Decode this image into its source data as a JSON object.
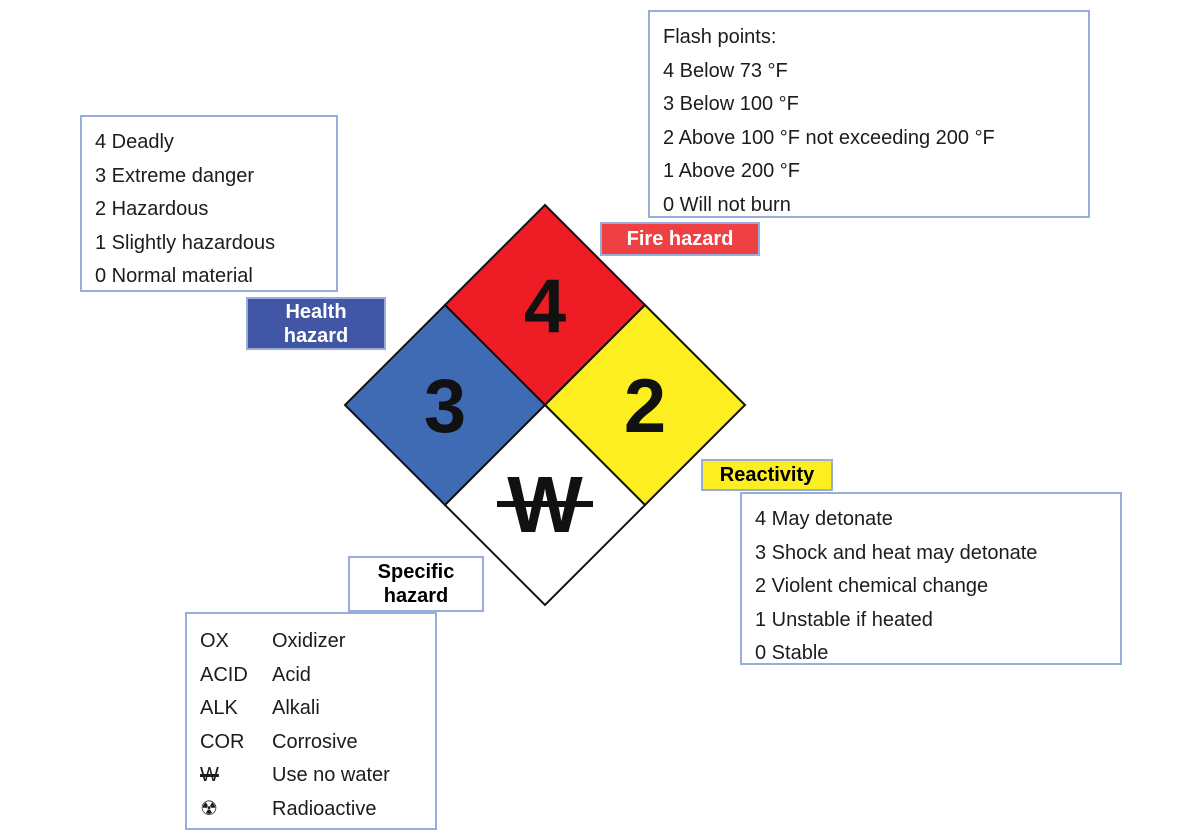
{
  "colors": {
    "panel_border": "#97aedb",
    "fire_red": "#ee1c25",
    "health_blue": "#3f6ab4",
    "reactivity_yellow": "#fcee21",
    "specific_white": "#ffffff",
    "fire_label_bg": "#ef4044",
    "health_label_bg": "#4156a4",
    "reactivity_label_bg": "#fcee21"
  },
  "diamond": {
    "fire": {
      "value": "4"
    },
    "health": {
      "value": "3"
    },
    "reactivity": {
      "value": "2"
    },
    "specific": {
      "value": "W"
    }
  },
  "labels": {
    "fire": {
      "text": "Fire hazard"
    },
    "health": {
      "line1": "Health",
      "line2": "hazard"
    },
    "reactivity": {
      "text": "Reactivity"
    },
    "specific": {
      "line1": "Specific",
      "line2": "hazard"
    }
  },
  "legends": {
    "flash_points": {
      "title": "Flash points:",
      "items": [
        "4 Below 73 °F",
        "3 Below 100 °F",
        "2 Above 100 °F not exceeding 200 °F",
        "1 Above 200 °F",
        "0 Will not burn"
      ]
    },
    "health": {
      "items": [
        "4 Deadly",
        "3 Extreme danger",
        "2 Hazardous",
        "1 Slightly hazardous",
        "0 Normal material"
      ]
    },
    "reactivity": {
      "items": [
        "4 May detonate",
        "3 Shock and heat may detonate",
        "2 Violent chemical change",
        "1 Unstable if heated",
        "0 Stable"
      ]
    },
    "specific": {
      "rows": [
        {
          "code": "OX",
          "desc": "Oxidizer"
        },
        {
          "code": "ACID",
          "desc": "Acid"
        },
        {
          "code": "ALK",
          "desc": "Alkali"
        },
        {
          "code": "COR",
          "desc": "Corrosive"
        },
        {
          "code": "W",
          "desc": "Use no water"
        },
        {
          "code": "☢",
          "desc": "Radioactive"
        }
      ]
    }
  }
}
